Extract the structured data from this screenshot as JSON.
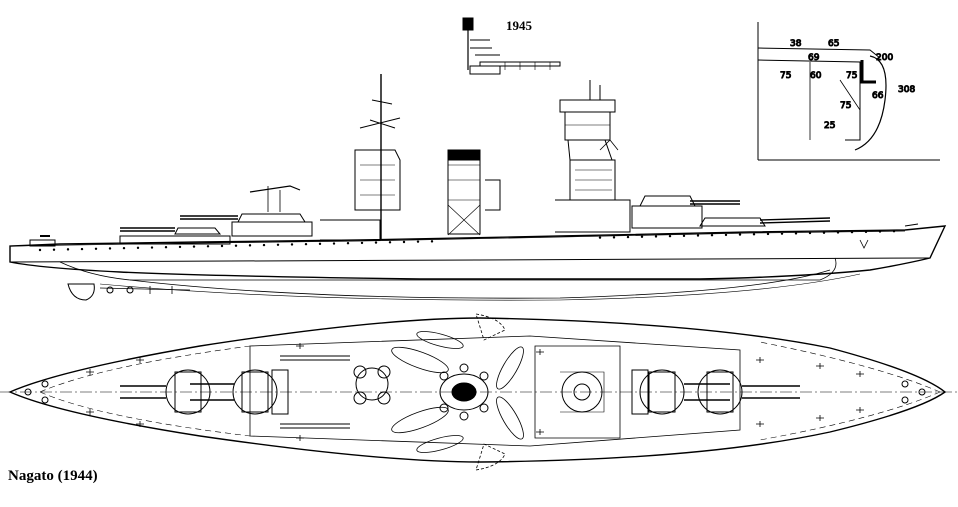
{
  "caption": "Nagato (1944)",
  "inset_year": "1945",
  "armour_section": {
    "labels": [
      "38",
      "65",
      "200",
      "69",
      "75",
      "60",
      "75",
      "308",
      "66",
      "75",
      "25"
    ]
  },
  "colors": {
    "ink": "#000000",
    "paper": "#ffffff"
  }
}
